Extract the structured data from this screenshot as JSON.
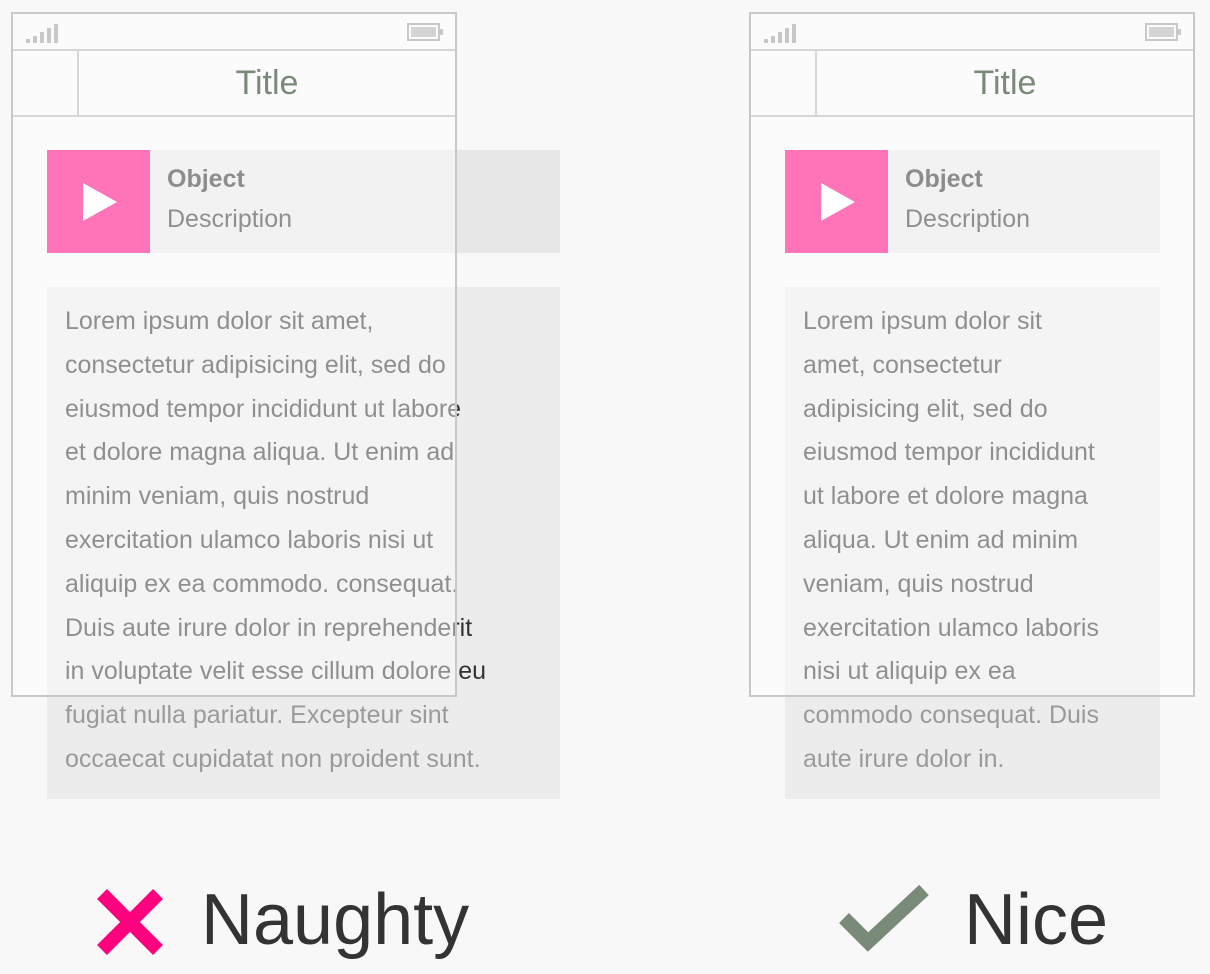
{
  "colors": {
    "accent": "#ff007f",
    "title": "#7a8a78",
    "check": "#7a8a78",
    "frame": "#c8c8c8",
    "text": "#333333",
    "overflow_text": "#9a9a9a"
  },
  "icons": {
    "signal": "signal-icon",
    "battery": "battery-icon",
    "play": "play-icon",
    "cross": "cross-icon",
    "check": "checkmark-icon"
  },
  "examples": [
    {
      "id": "naughty",
      "phone_title": "Title",
      "card": {
        "title": "Object",
        "description": "Description"
      },
      "body_lines": [
        "Lorem ipsum dolor sit amet,",
        "consectetur adipisicing elit, sed do",
        "eiusmod tempor incididunt ut labore",
        "et dolore magna aliqua. Ut enim ad",
        "minim veniam, quis nostrud",
        "exercitation ulamco laboris nisi ut",
        "aliquip ex ea commodo. consequat.",
        "Duis aute irure dolor in reprehenderit",
        "in voluptate velit esse cillum dolore eu",
        "fugiat nulla pariatur. Excepteur sint",
        "occaecat cupidatat non proident sunt."
      ],
      "verdict": "Naughty"
    },
    {
      "id": "nice",
      "phone_title": "Title",
      "card": {
        "title": "Object",
        "description": "Description"
      },
      "body_lines": [
        "Lorem ipsum dolor sit",
        "amet, consectetur",
        "adipisicing elit, sed do",
        "eiusmod tempor incididunt",
        "ut labore et dolore magna",
        "aliqua. Ut enim ad minim",
        "veniam, quis nostrud",
        "exercitation ulamco laboris",
        "nisi ut aliquip ex ea",
        "commodo consequat. Duis",
        "aute irure dolor in."
      ],
      "verdict": "Nice"
    }
  ]
}
